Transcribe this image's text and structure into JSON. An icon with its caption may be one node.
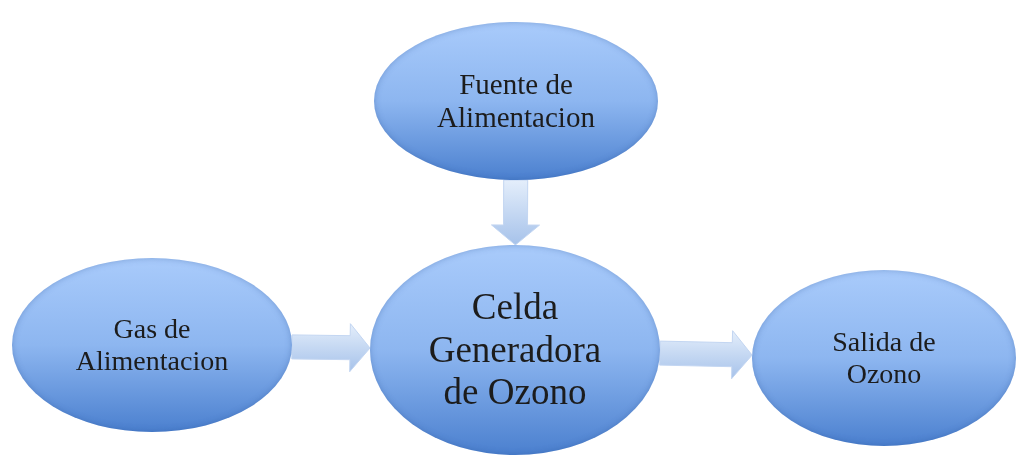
{
  "diagram": {
    "nodes": [
      {
        "text": [
          "Fuente de Alimentacion"
        ]
      },
      {
        "text": [
          "Gas de Alimentacion"
        ]
      },
      {
        "text": [
          "Celda Generadora de Ozono"
        ]
      },
      {
        "text": [
          "Salida de Ozono"
        ]
      }
    ],
    "edges": [
      {
        "from": 0,
        "to": 2,
        "arrow": "to"
      },
      {
        "from": 1,
        "to": 2,
        "arrow": "to"
      },
      {
        "from": 2,
        "to": 3,
        "arrow": "to"
      }
    ]
  }
}
